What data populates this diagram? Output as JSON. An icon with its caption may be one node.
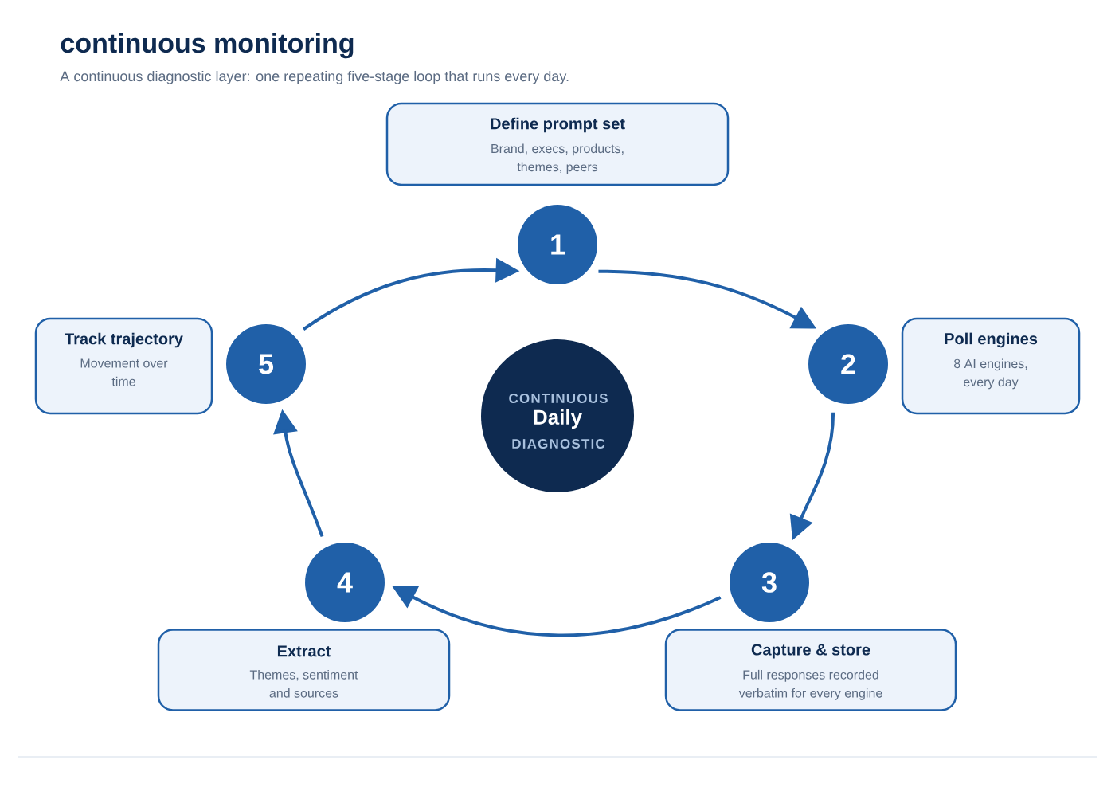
{
  "diagram": {
    "title": "continuous monitoring",
    "caption": "A continuous diagnostic layer: one repeating five-stage loop that runs every day.",
    "nodes": [
      {
        "text": [
          "Define prompt set",
          "Brand, execs, products, themes, peers"
        ]
      },
      {
        "text": [
          "1"
        ]
      },
      {
        "text": [
          "2"
        ]
      },
      {
        "text": [
          "Poll engines",
          "8 AI engines, every day"
        ]
      },
      {
        "text": [
          "3"
        ]
      },
      {
        "text": [
          "Capture & store",
          "Full responses recorded verbatim for every engine"
        ]
      },
      {
        "text": [
          "4"
        ]
      },
      {
        "text": [
          "Extract",
          "Themes, sentiment and sources"
        ]
      },
      {
        "text": [
          "5"
        ]
      },
      {
        "text": [
          "Track trajectory",
          "Movement over time"
        ]
      },
      {
        "text": [
          "CONTINUOUS",
          "Daily",
          "DIAGNOSTIC"
        ]
      }
    ],
    "edges": [
      {
        "from": 1,
        "to": 2,
        "arrow": "to"
      },
      {
        "from": 2,
        "to": 4,
        "arrow": "to"
      },
      {
        "from": 4,
        "to": 6,
        "arrow": "to"
      },
      {
        "from": 6,
        "to": 8,
        "arrow": "to"
      },
      {
        "from": 8,
        "to": 1,
        "arrow": "to"
      }
    ]
  }
}
